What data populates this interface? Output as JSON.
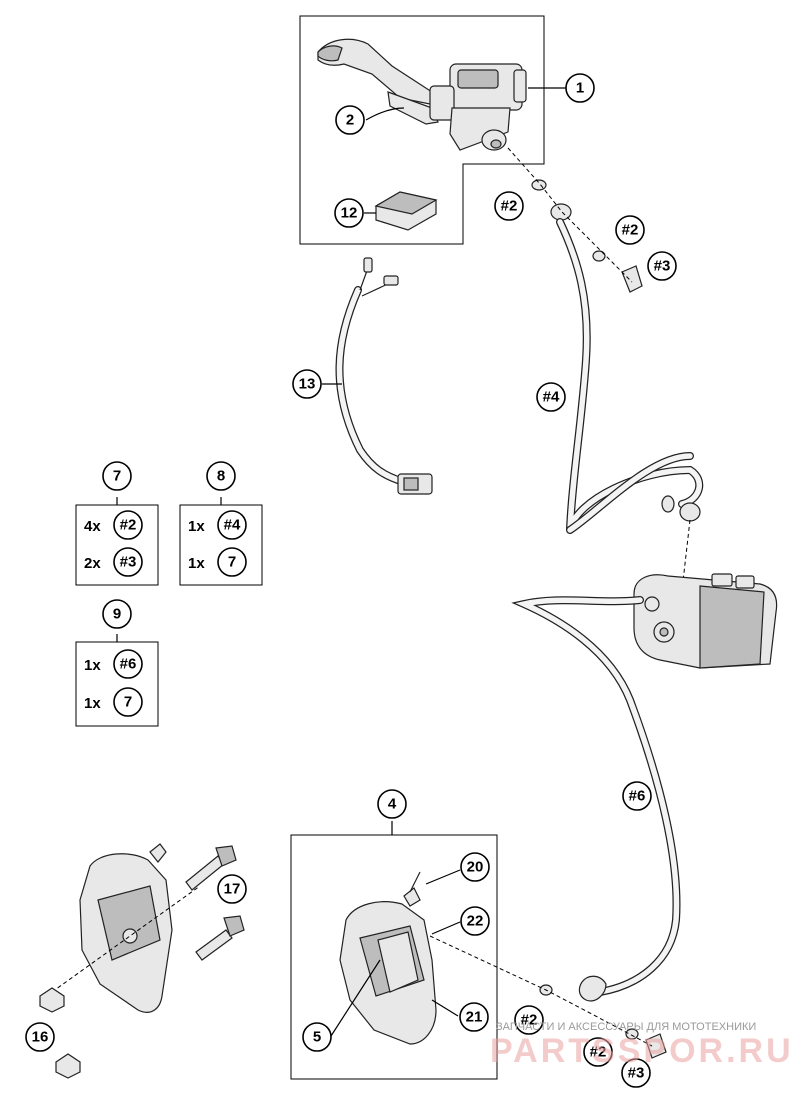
{
  "callouts": {
    "c1": "1",
    "c2": "2",
    "c12": "12",
    "c13": "13",
    "h2a": "#2",
    "h2b": "#2",
    "h3a": "#3",
    "h4": "#4",
    "h6": "#6",
    "c4": "4",
    "c5": "5",
    "c20": "20",
    "c22": "22",
    "c21": "21",
    "c17": "17",
    "c16": "16",
    "h2c": "#2",
    "h2d": "#2",
    "h3b": "#3"
  },
  "kits": [
    {
      "id": "7",
      "rows": [
        {
          "qty": "4x",
          "ref": "#2"
        },
        {
          "qty": "2x",
          "ref": "#3"
        }
      ]
    },
    {
      "id": "8",
      "rows": [
        {
          "qty": "1x",
          "ref": "#4"
        },
        {
          "qty": "1x",
          "ref": "7"
        }
      ]
    },
    {
      "id": "9",
      "rows": [
        {
          "qty": "1x",
          "ref": "#6"
        },
        {
          "qty": "1x",
          "ref": "7"
        }
      ]
    }
  ],
  "watermark": {
    "subtitle": "ЗАПЧАСТИ И АКСЕССУАРЫ ДЛЯ МОТОТЕХНИКИ",
    "brand": "PARTSSPOR.RU"
  }
}
